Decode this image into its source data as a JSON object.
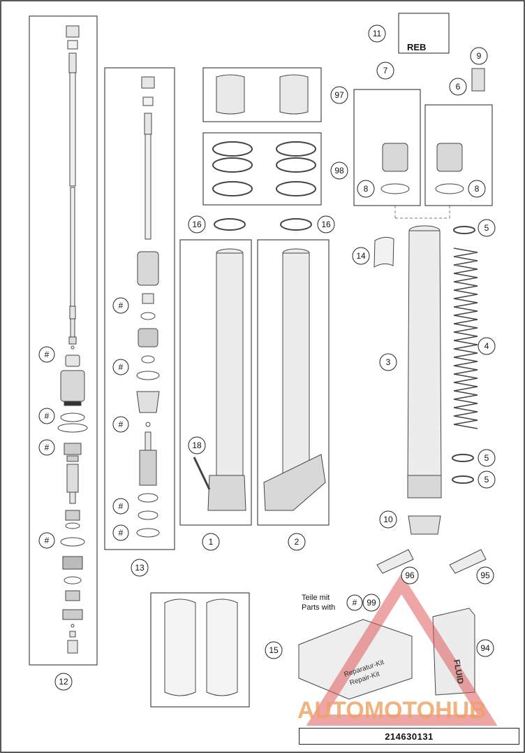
{
  "diagram": {
    "document_number": "214630131",
    "reb_label": "REB",
    "kit_note": {
      "line1": "Teile mit",
      "line2": "Parts with"
    },
    "repair_kit_label_1": "Reparatur-Kit",
    "repair_kit_label_2": "Repair-Kit",
    "fluid_label": "FLUID",
    "watermark": "AUTOMOTOHUB",
    "callouts": {
      "c1": "1",
      "c2": "2",
      "c3": "3",
      "c4": "4",
      "c5a": "5",
      "c5b": "5",
      "c5c": "5",
      "c6": "6",
      "c7": "7",
      "c8a": "8",
      "c8b": "8",
      "c9": "9",
      "c10": "10",
      "c11": "11",
      "c12": "12",
      "c13": "13",
      "c14": "14",
      "c15": "15",
      "c16a": "16",
      "c16b": "16",
      "c18": "18",
      "c94": "94",
      "c95": "95",
      "c96": "96",
      "c97": "97",
      "c98": "98",
      "c99": "99",
      "hash": "#"
    }
  }
}
